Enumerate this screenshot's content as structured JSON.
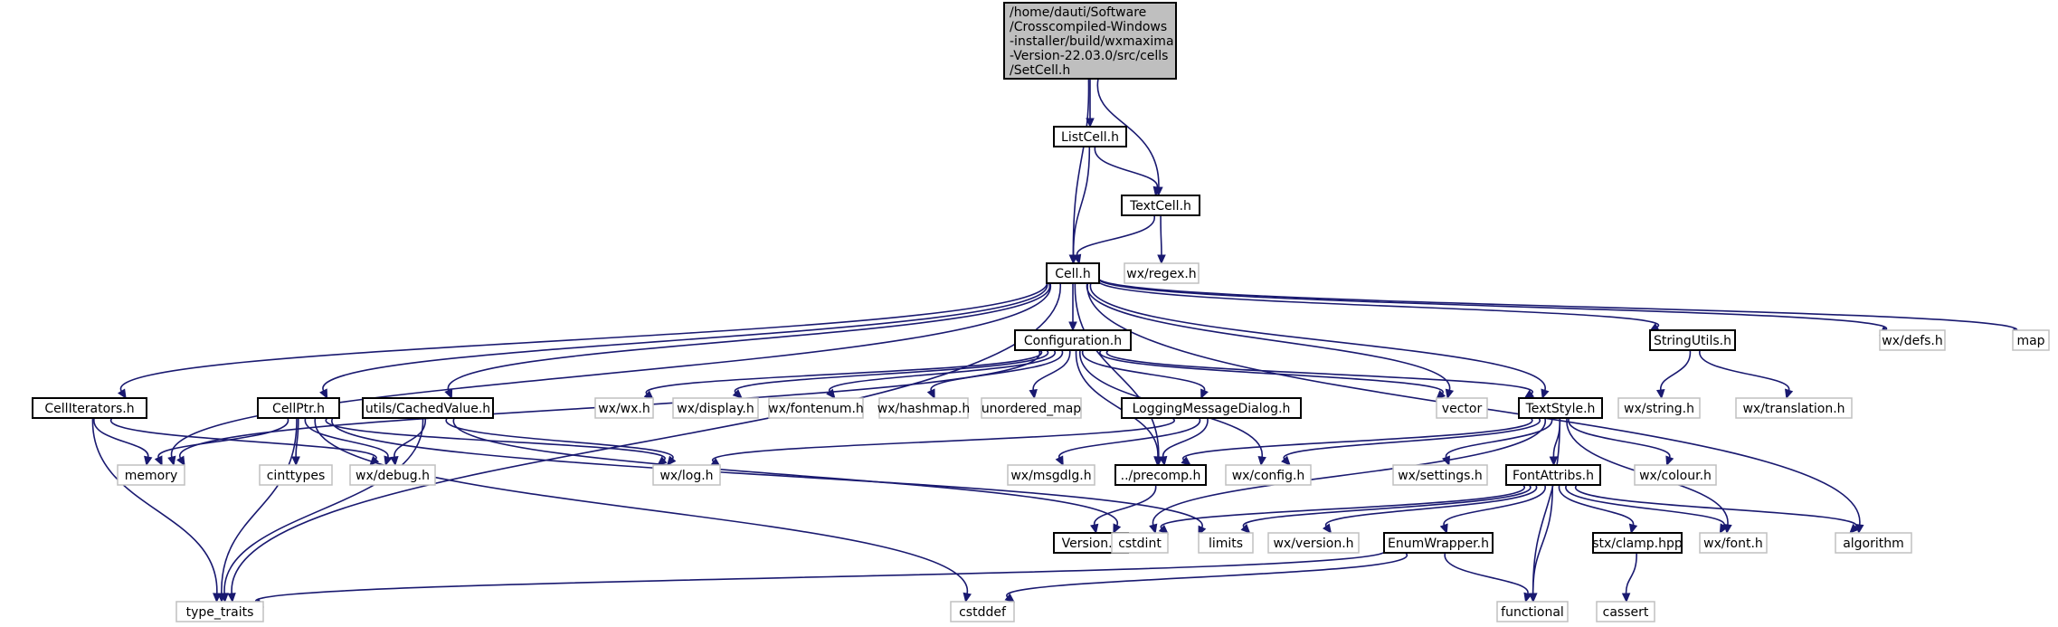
{
  "graph": {
    "type": "include-dependency-graph",
    "colors": {
      "edge": "#191970",
      "root_fill": "#bfbfbf",
      "project_border": "#000000",
      "system_border": "#c0c0c0"
    },
    "nodes": [
      {
        "id": "setcell",
        "kind": "root",
        "lines": [
          "/home/dauti/Software",
          "/Crosscompiled-Windows",
          "-installer/build/wxmaxima",
          "-Version-22.03.0/src/cells",
          "/SetCell.h"
        ]
      },
      {
        "id": "listcell",
        "kind": "project",
        "lines": [
          "ListCell.h"
        ]
      },
      {
        "id": "textcell",
        "kind": "project",
        "lines": [
          "TextCell.h"
        ]
      },
      {
        "id": "cell",
        "kind": "project",
        "lines": [
          "Cell.h"
        ]
      },
      {
        "id": "wxregex",
        "kind": "system",
        "lines": [
          "wx/regex.h"
        ]
      },
      {
        "id": "configuration",
        "kind": "project",
        "lines": [
          "Configuration.h"
        ]
      },
      {
        "id": "stringutils",
        "kind": "project",
        "lines": [
          "StringUtils.h"
        ]
      },
      {
        "id": "wxdefs",
        "kind": "system",
        "lines": [
          "wx/defs.h"
        ]
      },
      {
        "id": "map",
        "kind": "system",
        "lines": [
          "map"
        ]
      },
      {
        "id": "celliterators",
        "kind": "project",
        "lines": [
          "CellIterators.h"
        ]
      },
      {
        "id": "cellptr",
        "kind": "project",
        "lines": [
          "CellPtr.h"
        ]
      },
      {
        "id": "cachedvalue",
        "kind": "project",
        "lines": [
          "utils/CachedValue.h"
        ]
      },
      {
        "id": "wxwx",
        "kind": "system",
        "lines": [
          "wx/wx.h"
        ]
      },
      {
        "id": "wxdisplay",
        "kind": "system",
        "lines": [
          "wx/display.h"
        ]
      },
      {
        "id": "wxfontenum",
        "kind": "system",
        "lines": [
          "wx/fontenum.h"
        ]
      },
      {
        "id": "wxhashmap",
        "kind": "system",
        "lines": [
          "wx/hashmap.h"
        ]
      },
      {
        "id": "unorderedmap",
        "kind": "system",
        "lines": [
          "unordered_map"
        ]
      },
      {
        "id": "loggingdialog",
        "kind": "project",
        "lines": [
          "LoggingMessageDialog.h"
        ]
      },
      {
        "id": "vector",
        "kind": "system",
        "lines": [
          "vector"
        ]
      },
      {
        "id": "textstyle",
        "kind": "project",
        "lines": [
          "TextStyle.h"
        ]
      },
      {
        "id": "wxstring",
        "kind": "system",
        "lines": [
          "wx/string.h"
        ]
      },
      {
        "id": "wxtranslation",
        "kind": "system",
        "lines": [
          "wx/translation.h"
        ]
      },
      {
        "id": "memory",
        "kind": "system",
        "lines": [
          "memory"
        ]
      },
      {
        "id": "cinttypes",
        "kind": "system",
        "lines": [
          "cinttypes"
        ]
      },
      {
        "id": "wxdebug",
        "kind": "system",
        "lines": [
          "wx/debug.h"
        ]
      },
      {
        "id": "wxlog",
        "kind": "system",
        "lines": [
          "wx/log.h"
        ]
      },
      {
        "id": "wxmsgdlg",
        "kind": "system",
        "lines": [
          "wx/msgdlg.h"
        ]
      },
      {
        "id": "precomp",
        "kind": "project",
        "lines": [
          "../precomp.h"
        ]
      },
      {
        "id": "wxconfig",
        "kind": "system",
        "lines": [
          "wx/config.h"
        ]
      },
      {
        "id": "wxsettings",
        "kind": "system",
        "lines": [
          "wx/settings.h"
        ]
      },
      {
        "id": "fontattribs",
        "kind": "project",
        "lines": [
          "FontAttribs.h"
        ]
      },
      {
        "id": "wxcolour",
        "kind": "system",
        "lines": [
          "wx/colour.h"
        ]
      },
      {
        "id": "version",
        "kind": "project",
        "lines": [
          "Version.h"
        ]
      },
      {
        "id": "cstdint",
        "kind": "system",
        "lines": [
          "cstdint"
        ]
      },
      {
        "id": "limits",
        "kind": "system",
        "lines": [
          "limits"
        ]
      },
      {
        "id": "wxversion",
        "kind": "system",
        "lines": [
          "wx/version.h"
        ]
      },
      {
        "id": "enumwrapper",
        "kind": "project",
        "lines": [
          "EnumWrapper.h"
        ]
      },
      {
        "id": "stxclamp",
        "kind": "project",
        "lines": [
          "stx/clamp.hpp"
        ]
      },
      {
        "id": "wxfont",
        "kind": "system",
        "lines": [
          "wx/font.h"
        ]
      },
      {
        "id": "algorithm",
        "kind": "system",
        "lines": [
          "algorithm"
        ]
      },
      {
        "id": "typetraits",
        "kind": "system",
        "lines": [
          "type_traits"
        ]
      },
      {
        "id": "cstddef",
        "kind": "system",
        "lines": [
          "cstddef"
        ]
      },
      {
        "id": "functional",
        "kind": "system",
        "lines": [
          "functional"
        ]
      },
      {
        "id": "cassert",
        "kind": "system",
        "lines": [
          "cassert"
        ]
      }
    ],
    "edges": [
      [
        "setcell",
        "listcell"
      ],
      [
        "setcell",
        "textcell"
      ],
      [
        "setcell",
        "cell"
      ],
      [
        "listcell",
        "textcell"
      ],
      [
        "listcell",
        "cell"
      ],
      [
        "textcell",
        "cell"
      ],
      [
        "textcell",
        "wxregex"
      ],
      [
        "cell",
        "configuration"
      ],
      [
        "cell",
        "stringutils"
      ],
      [
        "cell",
        "wxdefs"
      ],
      [
        "cell",
        "map"
      ],
      [
        "cell",
        "celliterators"
      ],
      [
        "cell",
        "cellptr"
      ],
      [
        "cell",
        "cachedvalue"
      ],
      [
        "cell",
        "memory"
      ],
      [
        "cell",
        "typetraits"
      ],
      [
        "cell",
        "precomp"
      ],
      [
        "cell",
        "vector"
      ],
      [
        "cell",
        "textstyle"
      ],
      [
        "cell",
        "algorithm"
      ],
      [
        "configuration",
        "memory"
      ],
      [
        "configuration",
        "wxwx"
      ],
      [
        "configuration",
        "wxdisplay"
      ],
      [
        "configuration",
        "wxfontenum"
      ],
      [
        "configuration",
        "wxhashmap"
      ],
      [
        "configuration",
        "unorderedmap"
      ],
      [
        "configuration",
        "loggingdialog"
      ],
      [
        "configuration",
        "vector"
      ],
      [
        "configuration",
        "textstyle"
      ],
      [
        "configuration",
        "precomp"
      ],
      [
        "configuration",
        "wxconfig"
      ],
      [
        "stringutils",
        "wxstring"
      ],
      [
        "stringutils",
        "wxtranslation"
      ],
      [
        "celliterators",
        "memory"
      ],
      [
        "celliterators",
        "typetraits"
      ],
      [
        "celliterators",
        "wxdebug"
      ],
      [
        "cellptr",
        "memory"
      ],
      [
        "cellptr",
        "cinttypes"
      ],
      [
        "cellptr",
        "wxdebug"
      ],
      [
        "cellptr",
        "wxlog"
      ],
      [
        "cellptr",
        "typetraits"
      ],
      [
        "cellptr",
        "cstddef"
      ],
      [
        "cellptr",
        "limits"
      ],
      [
        "cachedvalue",
        "wxdebug"
      ],
      [
        "cachedvalue",
        "wxlog"
      ],
      [
        "cachedvalue",
        "typetraits"
      ],
      [
        "cachedvalue",
        "cstdint"
      ],
      [
        "loggingdialog",
        "wxlog"
      ],
      [
        "loggingdialog",
        "wxmsgdlg"
      ],
      [
        "loggingdialog",
        "precomp"
      ],
      [
        "textstyle",
        "precomp"
      ],
      [
        "textstyle",
        "wxconfig"
      ],
      [
        "textstyle",
        "wxsettings"
      ],
      [
        "textstyle",
        "fontattribs"
      ],
      [
        "textstyle",
        "wxcolour"
      ],
      [
        "textstyle",
        "wxfont"
      ],
      [
        "textstyle",
        "cstdint"
      ],
      [
        "textstyle",
        "functional"
      ],
      [
        "precomp",
        "version"
      ],
      [
        "fontattribs",
        "cstdint"
      ],
      [
        "fontattribs",
        "limits"
      ],
      [
        "fontattribs",
        "wxversion"
      ],
      [
        "fontattribs",
        "enumwrapper"
      ],
      [
        "fontattribs",
        "stxclamp"
      ],
      [
        "fontattribs",
        "wxfont"
      ],
      [
        "fontattribs",
        "algorithm"
      ],
      [
        "fontattribs",
        "functional"
      ],
      [
        "enumwrapper",
        "typetraits"
      ],
      [
        "enumwrapper",
        "cstddef"
      ],
      [
        "enumwrapper",
        "functional"
      ],
      [
        "stxclamp",
        "cassert"
      ]
    ]
  }
}
